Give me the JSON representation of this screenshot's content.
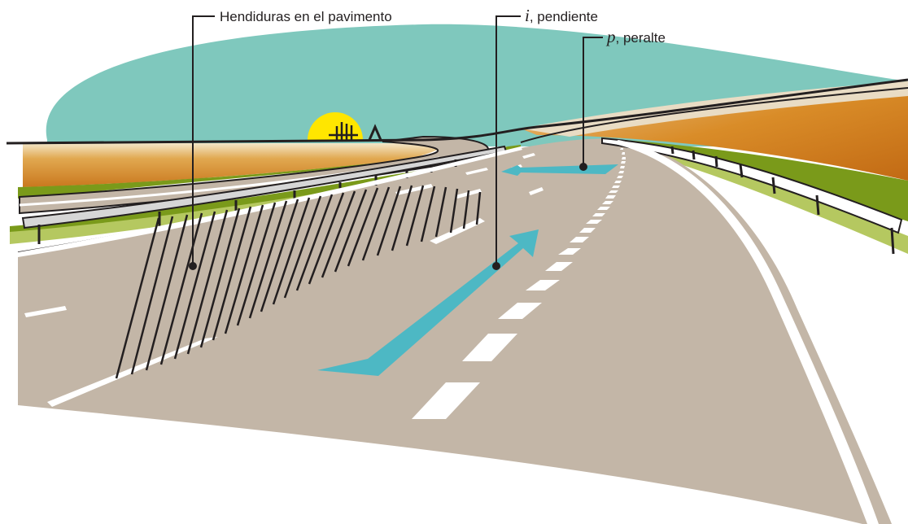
{
  "labels": {
    "grooves": "Hendiduras en el pavimento",
    "slope_symbol": "i",
    "slope_text": ", pendiente",
    "superelevation_symbol": "p",
    "superelevation_text": ", peralte"
  },
  "colors": {
    "sky": "#7fc8bd",
    "sun": "#ffe600",
    "field": "#d48a2a",
    "grass": "#7a9a1a",
    "grass_light": "#b5c860",
    "pavement": "#c3b6a7",
    "marking": "#ffffff",
    "arrow": "#4db8c4",
    "outline": "#231f20"
  }
}
